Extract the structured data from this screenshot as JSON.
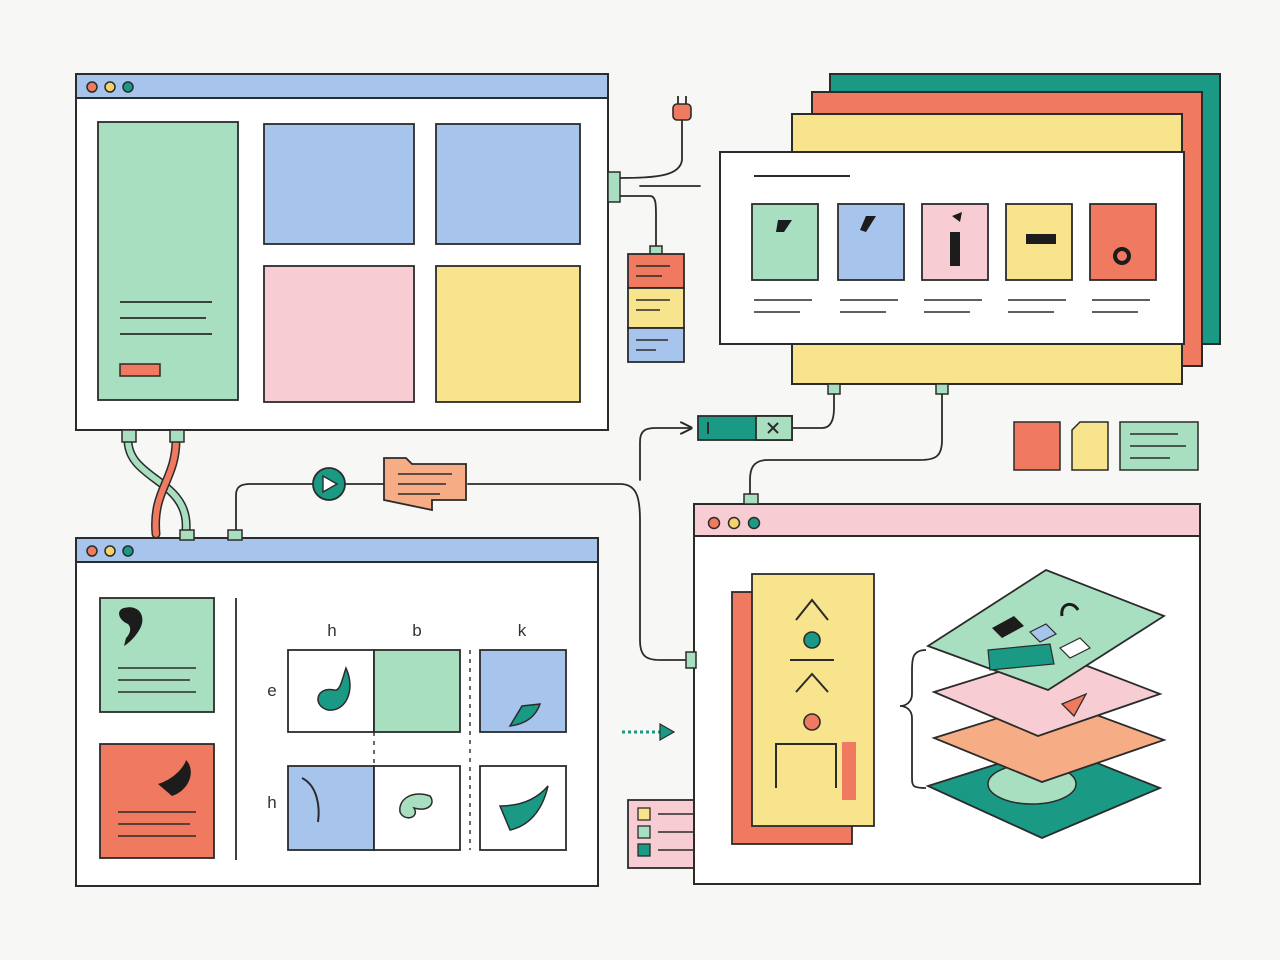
{
  "colors": {
    "ink": "#2b2b2b",
    "paper": "#ffffff",
    "blue": "#a7c4ec",
    "green": "#a8dfc1",
    "pink": "#f7cdd3",
    "yellow": "#f8e48c",
    "coral": "#f07a5f",
    "teal": "#1a9a84",
    "orange": "#f6ac85",
    "window_dot_red": "#f07a5f",
    "window_dot_yellow": "#f5d36a",
    "window_dot_teal": "#1a9a84"
  },
  "grid_window": {
    "column_labels": [
      "h",
      "b",
      "k"
    ],
    "row_labels": [
      "e",
      "h"
    ]
  },
  "icons": [
    "power-plug-icon",
    "play-icon",
    "folder-icon",
    "usb-drive-icon",
    "close-icon",
    "arrow-right-icon",
    "layer-stack-icon",
    "checklist-icon"
  ]
}
